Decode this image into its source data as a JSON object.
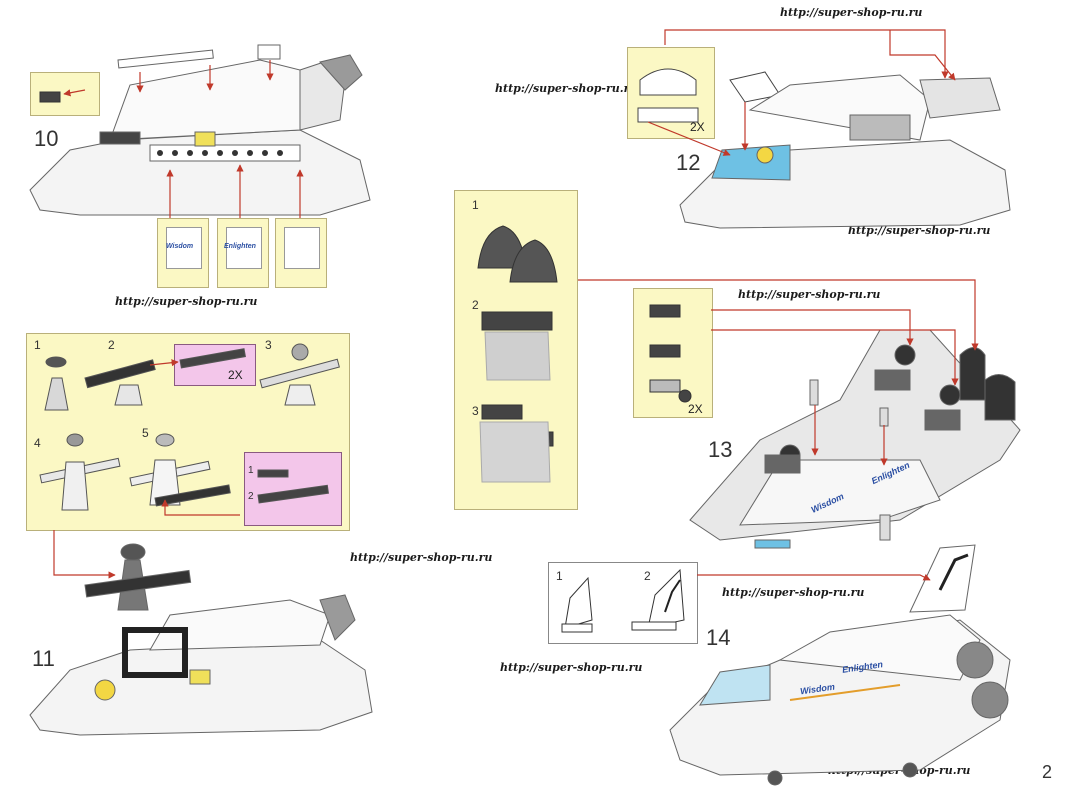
{
  "urls": [
    "http://super-shop-ru.ru",
    "http://super-shop-ru.ru",
    "http://super-shop-ru.ru",
    "http://super-shop-ru.ru",
    "http://super-shop-ru.ru",
    "http://super-shop-ru.ru",
    "http://super-shop-ru.ru",
    "http://super-shop-ru.ru",
    "http://super-shop-ru.ru"
  ],
  "steps": {
    "s10": "10",
    "s11": "11",
    "s12": "12",
    "s13": "13",
    "s14": "14"
  },
  "substeps": {
    "p11_1": "1",
    "p11_2": "2",
    "p11_3": "3",
    "p11_4": "4",
    "p11_5": "5",
    "p11_pink_1": "1",
    "p11_pink_2": "2",
    "p13_1": "1",
    "p13_2": "2",
    "p13_3": "3",
    "p14_1": "1",
    "p14_2": "2"
  },
  "quantities": {
    "q11": "2X",
    "q12": "2X",
    "q13": "2X"
  },
  "stickers": {
    "wisdom": "Wisdom",
    "enlighten": "Enlighten"
  },
  "page_number": "2",
  "colors": {
    "callout_yellow": "#fbf8c4",
    "callout_pink": "#f3c6ea",
    "arrow_red": "#c0392b",
    "cockpit_blue": "#6ec1e4"
  }
}
